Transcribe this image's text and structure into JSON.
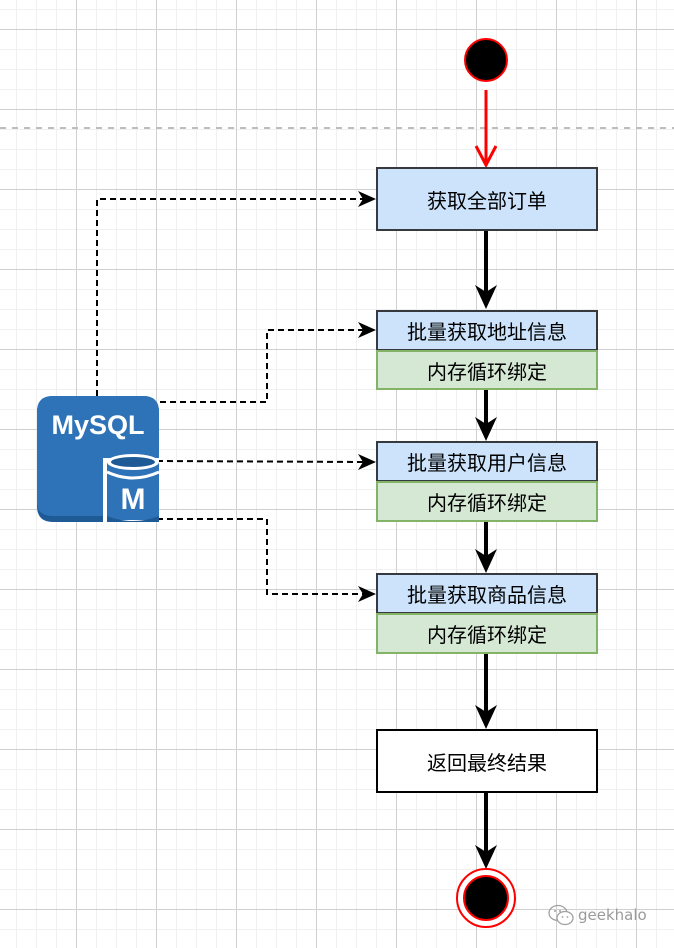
{
  "diagram": {
    "type": "activity-flow",
    "start_node": {
      "label": "",
      "color": "#000000",
      "stroke": "#ff0000"
    },
    "nodes": [
      {
        "id": "get-all-orders",
        "label": "获取全部订单",
        "style": "blue"
      },
      {
        "id": "batch-address",
        "label": "批量获取地址信息",
        "sub_label": "内存循环绑定",
        "style": "blue+green"
      },
      {
        "id": "batch-user",
        "label": "批量获取用户信息",
        "sub_label": "内存循环绑定",
        "style": "blue+green"
      },
      {
        "id": "batch-product",
        "label": "批量获取商品信息",
        "sub_label": "内存循环绑定",
        "style": "blue+green"
      },
      {
        "id": "return-result",
        "label": "返回最终结果",
        "style": "white"
      }
    ],
    "end_node": {
      "label": "",
      "color": "#000000",
      "stroke": "#ff0000"
    },
    "database": {
      "label": "MySQL",
      "badge": "M",
      "color": "#2e73b8"
    },
    "edges": [
      {
        "from": "start",
        "to": "get-all-orders",
        "style": "solid-red"
      },
      {
        "from": "get-all-orders",
        "to": "batch-address",
        "style": "solid"
      },
      {
        "from": "batch-address",
        "to": "batch-user",
        "style": "solid"
      },
      {
        "from": "batch-user",
        "to": "batch-product",
        "style": "solid"
      },
      {
        "from": "batch-product",
        "to": "return-result",
        "style": "solid"
      },
      {
        "from": "return-result",
        "to": "end",
        "style": "solid"
      },
      {
        "from": "mysql",
        "to": "get-all-orders",
        "style": "dashed"
      },
      {
        "from": "mysql",
        "to": "batch-address",
        "style": "dashed"
      },
      {
        "from": "mysql",
        "to": "batch-user",
        "style": "dashed"
      },
      {
        "from": "mysql",
        "to": "batch-product",
        "style": "dashed"
      }
    ],
    "colors": {
      "blue_fill": "#cce3fb",
      "green_fill": "#d5e8d4",
      "green_stroke": "#82b366",
      "red": "#ff0000"
    }
  },
  "watermark": {
    "icon": "wechat-icon",
    "text": "geekhalo"
  }
}
